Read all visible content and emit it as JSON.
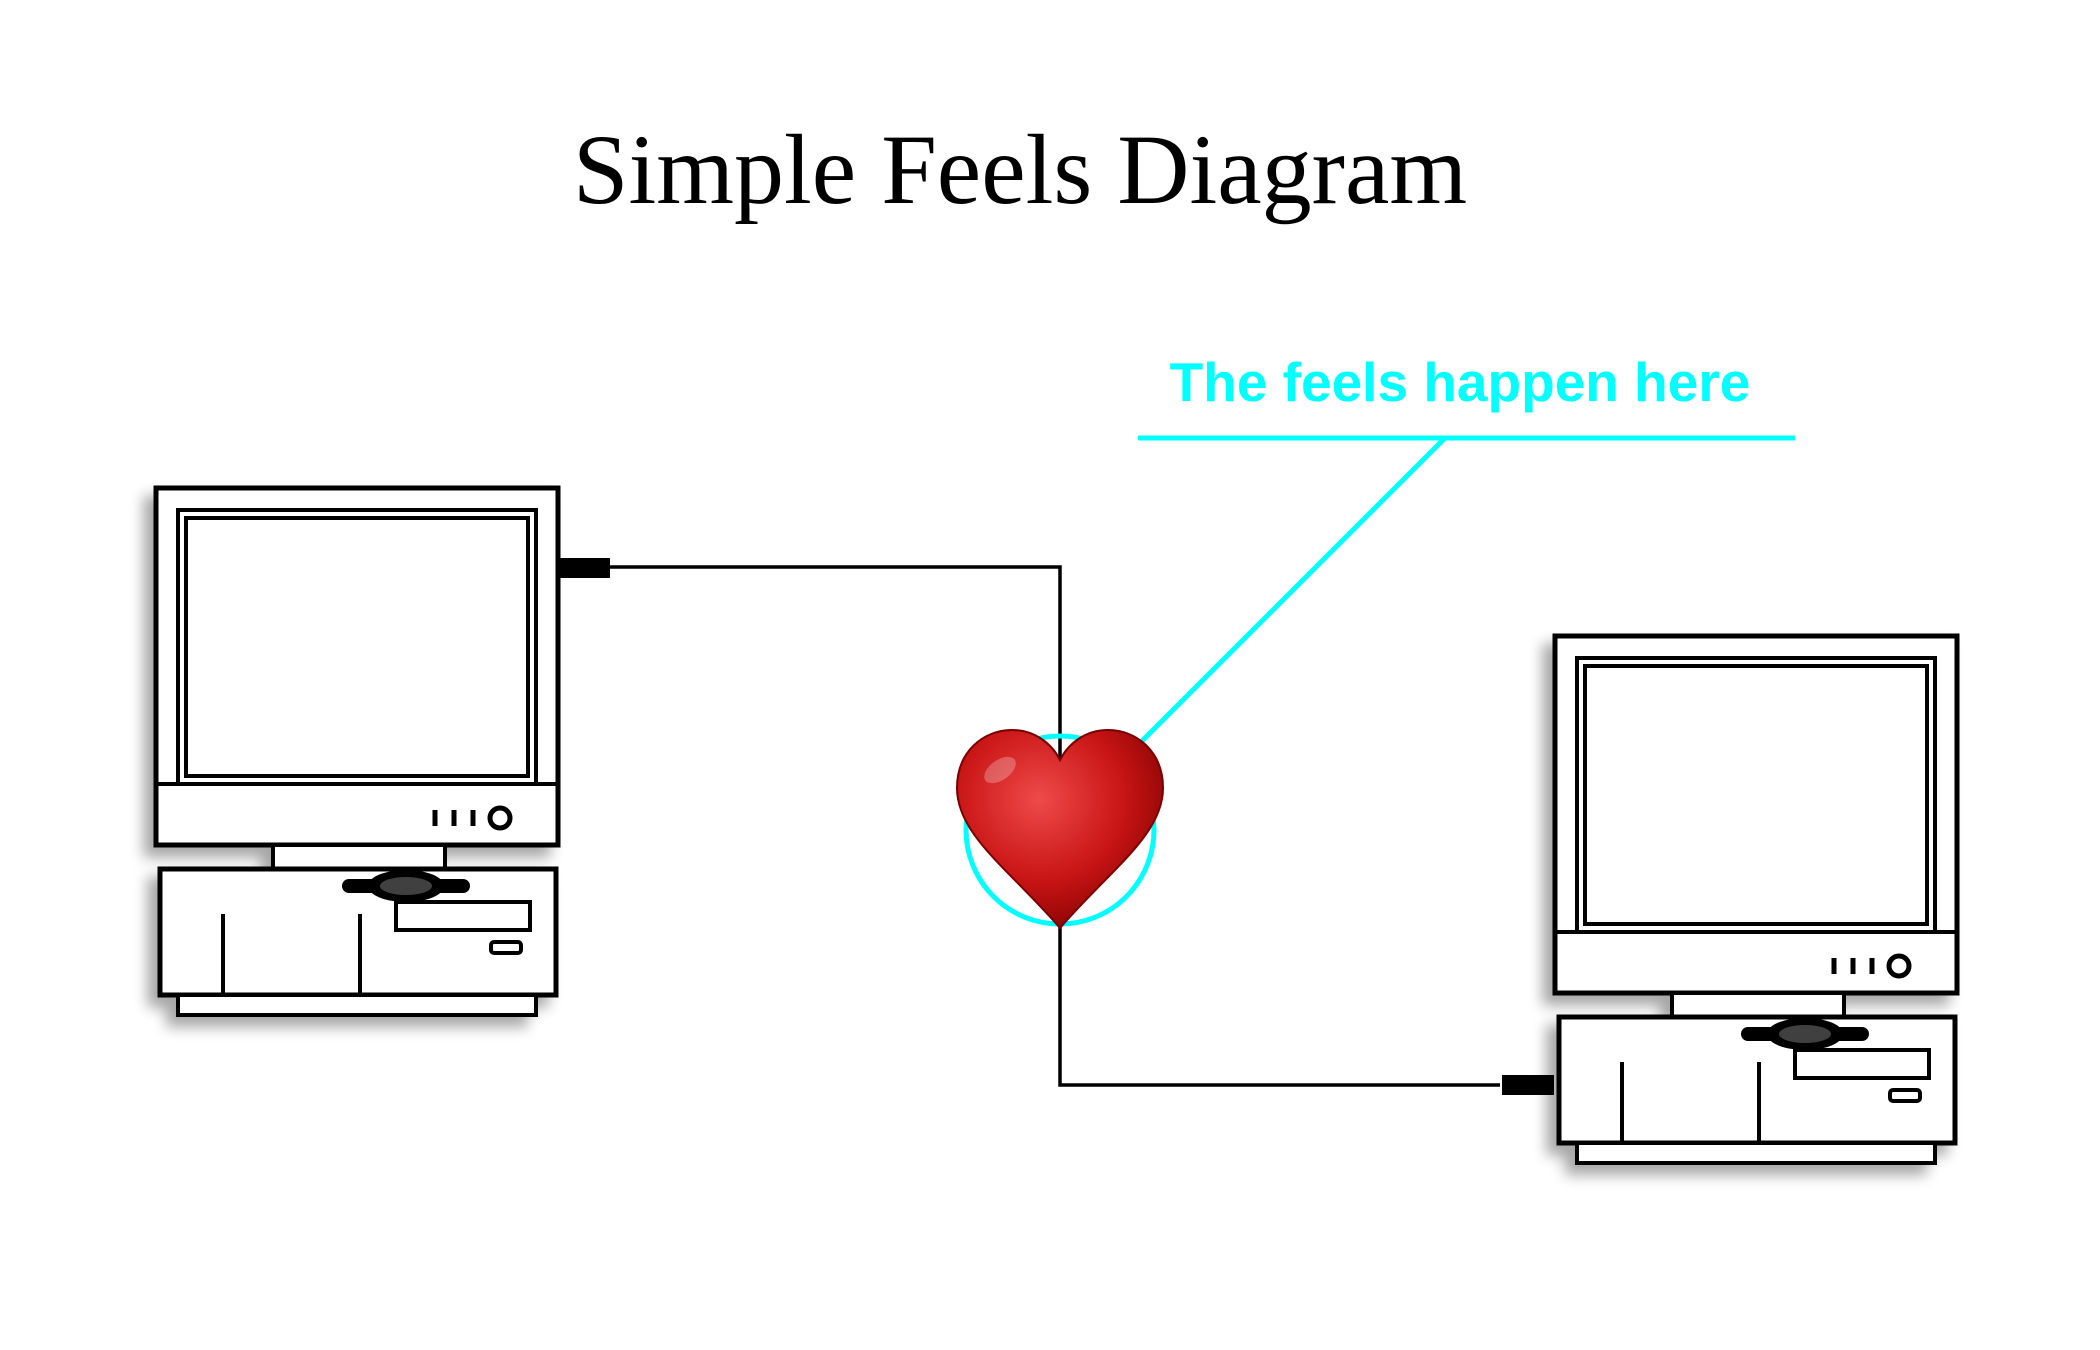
{
  "title": "Simple Feels Diagram",
  "annotation": {
    "label": "The feels happen here",
    "color": "#00ffff"
  },
  "nodes": [
    {
      "name": "left-computer",
      "icon": "desktop-computer-icon"
    },
    {
      "name": "heart",
      "icon": "red-heart-icon",
      "color": "#cc1111"
    },
    {
      "name": "right-computer",
      "icon": "desktop-computer-icon"
    }
  ],
  "edges": [
    {
      "from": "left-computer",
      "to": "heart"
    },
    {
      "from": "heart",
      "to": "right-computer"
    }
  ]
}
